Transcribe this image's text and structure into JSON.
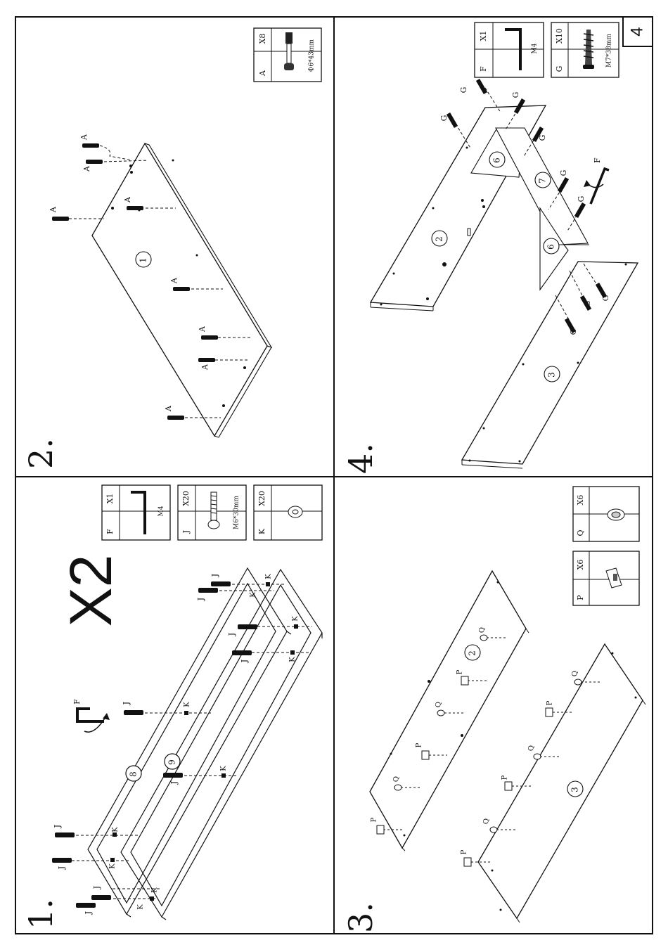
{
  "page_number": "4",
  "steps": {
    "s1": {
      "number": "1.",
      "multiplier": "X2",
      "panels": [
        "8",
        "9"
      ],
      "callouts": {
        "screw": "J",
        "cam": "K",
        "key": "F"
      },
      "parts": [
        {
          "letter": "F",
          "qty": "X1",
          "spec": "M4"
        },
        {
          "letter": "J",
          "qty": "X20",
          "spec": "M6*30mm"
        },
        {
          "letter": "K",
          "qty": "X20",
          "spec": ""
        }
      ]
    },
    "s2": {
      "number": "2.",
      "panel": "1",
      "callout": "A",
      "parts": [
        {
          "letter": "A",
          "qty": "X8",
          "spec": "Φ6*43mm"
        }
      ]
    },
    "s3": {
      "number": "3.",
      "panels": [
        "2",
        "3"
      ],
      "callouts": {
        "plate": "P",
        "cap": "Q"
      },
      "parts": [
        {
          "letter": "P",
          "qty": "X6",
          "spec": ""
        },
        {
          "letter": "Q",
          "qty": "X6",
          "spec": ""
        }
      ]
    },
    "s4": {
      "number": "4.",
      "panels": [
        "2",
        "3",
        "6",
        "7",
        "6"
      ],
      "callouts": {
        "screw": "G",
        "key": "F"
      },
      "parts": [
        {
          "letter": "F",
          "qty": "X1",
          "spec": "M4"
        },
        {
          "letter": "G",
          "qty": "X10",
          "spec": "M7*38mm"
        }
      ]
    }
  }
}
